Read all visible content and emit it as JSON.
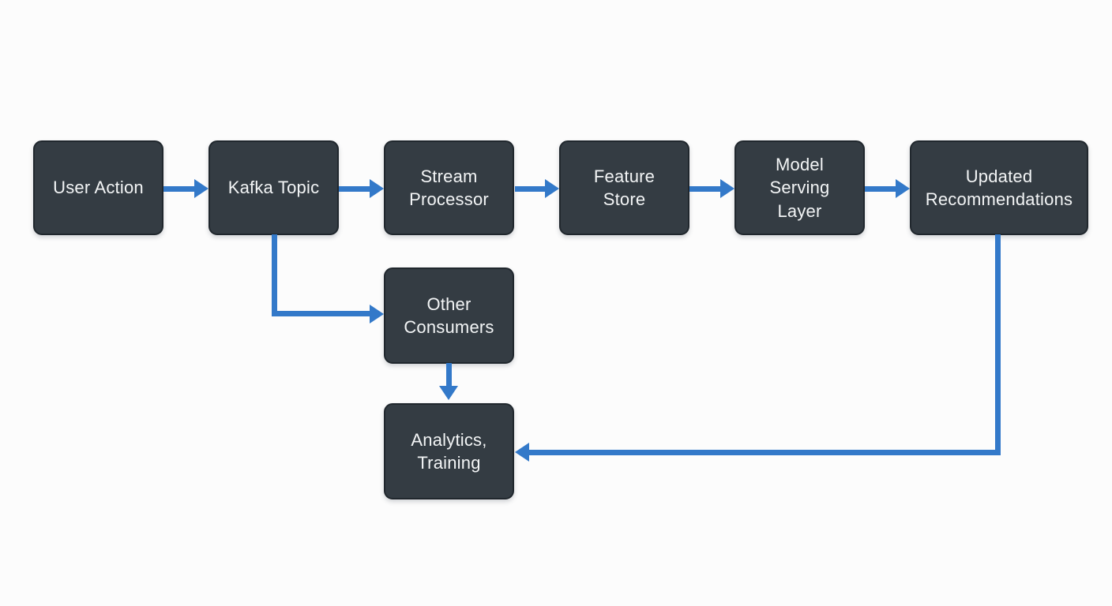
{
  "diagram": {
    "type": "flowchart",
    "background": "#fcfcfc",
    "colors": {
      "node_fill": "#343c43",
      "node_border": "#20272d",
      "node_text": "#f3f5f6",
      "arrow": "#3379c9"
    },
    "nodes": {
      "user_action": {
        "label": "User Action"
      },
      "kafka_topic": {
        "label": "Kafka Topic"
      },
      "stream_processor": {
        "label": "Stream Processor"
      },
      "feature_store": {
        "label": "Feature Store"
      },
      "model_serving_layer": {
        "label": "Model Serving Layer"
      },
      "updated_recommendations": {
        "label": "Updated Recommendations"
      },
      "other_consumers": {
        "label": "Other Consumers"
      },
      "analytics_training": {
        "label": "Analytics, Training"
      }
    },
    "edges": [
      {
        "from": "User Action",
        "to": "Kafka Topic"
      },
      {
        "from": "Kafka Topic",
        "to": "Stream Processor"
      },
      {
        "from": "Stream Processor",
        "to": "Feature Store"
      },
      {
        "from": "Feature Store",
        "to": "Model Serving Layer"
      },
      {
        "from": "Model Serving Layer",
        "to": "Updated Recommendations"
      },
      {
        "from": "Kafka Topic",
        "to": "Other Consumers"
      },
      {
        "from": "Other Consumers",
        "to": "Analytics, Training"
      },
      {
        "from": "Updated Recommendations",
        "to": "Analytics, Training"
      }
    ]
  }
}
